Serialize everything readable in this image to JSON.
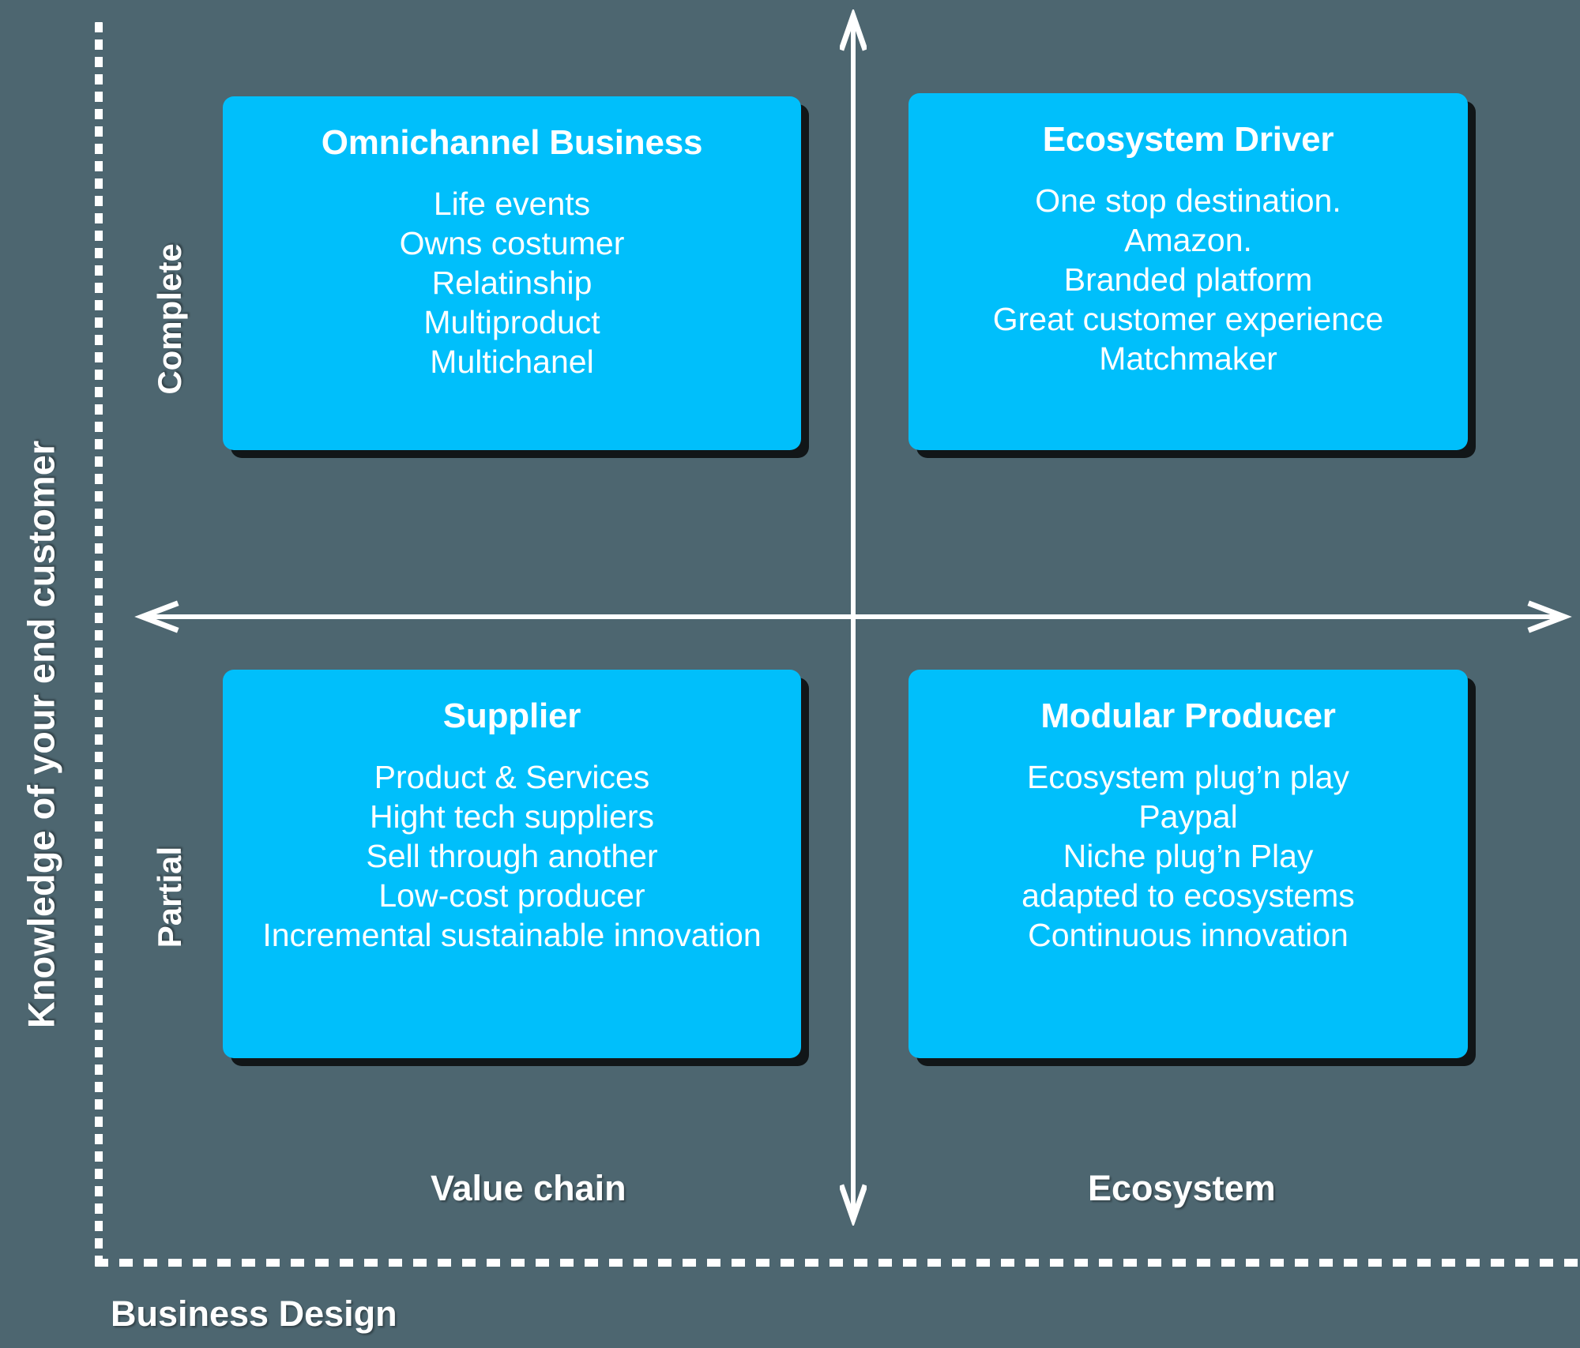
{
  "meta": {
    "background_color": "#4d6670",
    "accent_color": "#00bffb",
    "text_color": "#ffffff"
  },
  "axes": {
    "y_axis_title": "Knowledge of your end customer",
    "y_tick_high": "Complete",
    "y_tick_low": "Partial",
    "x_tick_left": "Value chain",
    "x_tick_right": "Ecosystem",
    "frame_caption": "Business Design"
  },
  "chart_data": {
    "type": "table",
    "title": "Business Design",
    "xlabel": "Business Design",
    "ylabel": "Knowledge of your end customer",
    "x_categories": [
      "Value chain",
      "Ecosystem"
    ],
    "y_categories": [
      "Partial",
      "Complete"
    ],
    "quadrants": [
      {
        "id": "omnichannel-business",
        "x": "Value chain",
        "y": "Complete",
        "title": "Omnichannel Business",
        "lines": [
          "Life events",
          "Owns costumer",
          "Relatinship",
          "Multiproduct",
          "Multichanel"
        ]
      },
      {
        "id": "ecosystem-driver",
        "x": "Ecosystem",
        "y": "Complete",
        "title": "Ecosystem Driver",
        "lines": [
          "One stop destination.",
          "Amazon.",
          "Branded platform",
          "Great customer experience",
          "Matchmaker"
        ]
      },
      {
        "id": "supplier",
        "x": "Value chain",
        "y": "Partial",
        "title": "Supplier",
        "lines": [
          "Product & Services",
          "Hight tech suppliers",
          "Sell through another",
          "Low-cost producer",
          "Incremental sustainable innovation"
        ]
      },
      {
        "id": "modular-producer",
        "x": "Ecosystem",
        "y": "Partial",
        "title": "Modular Producer",
        "lines": [
          "Ecosystem plug’n play",
          "Paypal",
          "Niche plug’n Play",
          "adapted to ecosystems",
          "Continuous innovation"
        ]
      }
    ]
  },
  "quadrants": {
    "omnichannel": {
      "title": "Omnichannel Business",
      "line1": "Life events",
      "line2": "Owns costumer",
      "line3": "Relatinship",
      "line4": "Multiproduct",
      "line5": "Multichanel"
    },
    "ecosystem_driver": {
      "title": "Ecosystem Driver",
      "line1": "One stop destination.",
      "line2": "Amazon.",
      "line3": "Branded platform",
      "line4": "Great customer experience",
      "line5": "Matchmaker"
    },
    "supplier": {
      "title": "Supplier",
      "line1": "Product & Services",
      "line2": "Hight tech suppliers",
      "line3": "Sell through another",
      "line4": "Low-cost producer",
      "line5": "Incremental sustainable innovation"
    },
    "modular_producer": {
      "title": "Modular Producer",
      "line1": "Ecosystem plug’n play",
      "line2": "Paypal",
      "line3": "Niche plug’n Play",
      "line4": "adapted to ecosystems",
      "line5": "Continuous innovation"
    }
  },
  "icons": {
    "vertical_axis": "double-arrow-vertical-icon",
    "horizontal_axis": "double-arrow-horizontal-icon",
    "frame": "dashed-l-frame-icon"
  }
}
